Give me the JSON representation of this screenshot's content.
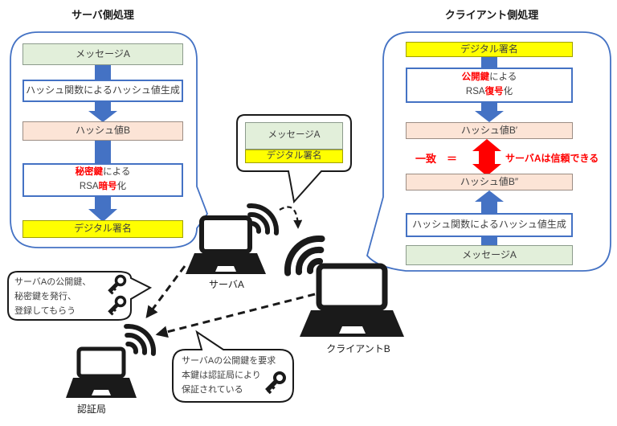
{
  "colors": {
    "accent_blue": "#4472C4",
    "arrow_red": "#FF0000",
    "signature_yellow": "#FFFF00",
    "message_green": "#E2EFDA",
    "hash_pink": "#FCE4D6",
    "ink_black": "#1A1A1A"
  },
  "server_panel": {
    "title": "サーバ側処理",
    "message_box": "メッセージA",
    "hash_fn_box": "ハッシュ関数によるハッシュ値生成",
    "hash_value_box": "ハッシュ値B",
    "encrypt_box": {
      "l1_red": "秘密鍵",
      "l1_rest": "による",
      "l2_pre": "RSA",
      "l2_red": "暗号",
      "l2_post": "化"
    },
    "signature_box": "デジタル署名"
  },
  "client_panel": {
    "title": "クライアント側処理",
    "signature_box": "デジタル署名",
    "decrypt_box": {
      "l1_red": "公開鍵",
      "l1_rest": "による",
      "l2_pre": "RSA",
      "l2_red": "復号",
      "l2_post": "化"
    },
    "hash_value_b_prime_box": "ハッシュ値B′",
    "match_label": "一致　＝",
    "trust_label": "サーバAは信頼できる",
    "hash_value_b_dprime_box": "ハッシュ値B″",
    "hash_fn_box": "ハッシュ関数によるハッシュ値生成",
    "message_box": "メッセージA"
  },
  "transmission_bubble": {
    "message_box": "メッセージA",
    "signature_box": "デジタル署名"
  },
  "nodes": {
    "server_label": "サーバA",
    "client_label": "クライアントB",
    "ca_label": "認証局"
  },
  "callouts": {
    "ca_register": {
      "line1": "サーバAの公開鍵、",
      "line2": "秘密鍵を発行、",
      "line3": "登録してもらう"
    },
    "key_request": {
      "line1": "サーバAの公開鍵を要求",
      "line2": "本鍵は認証局により",
      "line3": "保証されている"
    }
  },
  "icons": {
    "key": "key-icon",
    "wifi": "wifi-signal-icon"
  }
}
